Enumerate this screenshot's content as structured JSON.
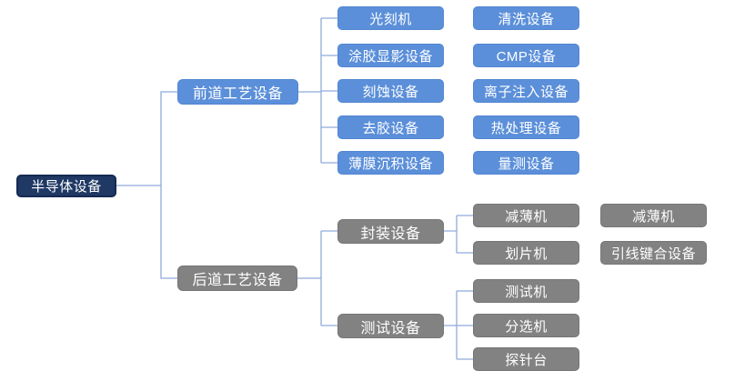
{
  "tree": {
    "root": "半导体设备",
    "front": {
      "label": "前道工艺设备",
      "col1": [
        "光刻机",
        "涂胶显影设备",
        "刻蚀设备",
        "去胶设备",
        "薄膜沉积设备"
      ],
      "col2": [
        "清洗设备",
        "CMP设备",
        "离子注入设备",
        "热处理设备",
        "量测设备"
      ]
    },
    "back": {
      "label": "后道工艺设备",
      "packaging": {
        "label": "封装设备",
        "col1": [
          "减薄机",
          "划片机"
        ],
        "col2": [
          "减薄机",
          "引线键合设备"
        ]
      },
      "testing": {
        "label": "测试设备",
        "col1": [
          "测试机",
          "分选机",
          "探针台"
        ]
      }
    }
  },
  "colors": {
    "blue": "#5B8FD9",
    "blue_border": "#5386D2",
    "gray": "#828282",
    "gray_border": "#767676",
    "root_fill": "#1F3864",
    "root_border": "#152A52",
    "connector": "#8FAADC"
  }
}
